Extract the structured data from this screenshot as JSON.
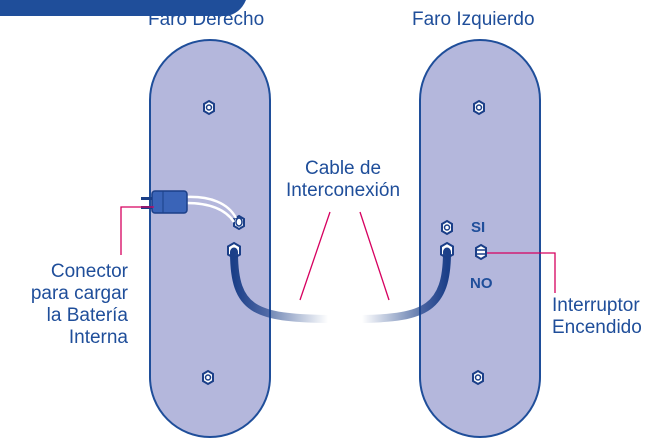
{
  "labels": {
    "right_light": "Faro Derecho",
    "left_light": "Faro Izquierdo",
    "cable": [
      "Cable de",
      "Interconexión"
    ],
    "connector": [
      "Conector",
      "para cargar",
      "la Batería",
      "Interna"
    ],
    "switch": [
      "Interruptor",
      "Encendido"
    ],
    "switch_on": "SI",
    "switch_off": "NO"
  },
  "colors": {
    "panel_fill": "#b4b7dc",
    "panel_stroke": "#1f4e9a",
    "text": "#1f4e9a",
    "cable": "#1b3f88",
    "leader": "#d6005f",
    "tab": "#1f4e9a"
  }
}
